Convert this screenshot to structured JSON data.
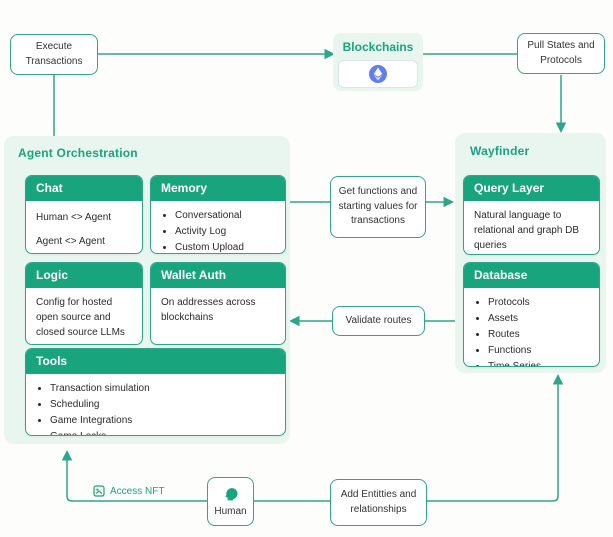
{
  "colors": {
    "accent": "#18A47D",
    "panel_bg": "#E9F5EF",
    "line": "#2EA788",
    "ethereum": "#627EEA"
  },
  "top": {
    "execute_transactions": "Execute Transactions",
    "blockchains_title": "Blockchains",
    "blockchains_icon": "ethereum-icon",
    "pull_states": "Pull States and Protocols"
  },
  "agent_orchestration": {
    "title": "Agent Orchestration",
    "chat": {
      "title": "Chat",
      "line1": "Human <> Agent",
      "line2": "Agent <> Agent"
    },
    "memory": {
      "title": "Memory",
      "items": [
        "Conversational",
        "Activity Log",
        "Custom Upload"
      ]
    },
    "logic": {
      "title": "Logic",
      "text": "Config for hosted open source and closed source LLMs"
    },
    "wallet_auth": {
      "title": "Wallet Auth",
      "text": "On addresses across blockchains"
    },
    "tools": {
      "title": "Tools",
      "items": [
        "Transaction simulation",
        "Scheduling",
        "Game Integrations",
        "Game Locks"
      ]
    }
  },
  "wayfinder": {
    "title": "Wayfinder",
    "query_layer": {
      "title": "Query Layer",
      "text": "Natural language to relational and graph DB queries"
    },
    "database": {
      "title": "Database",
      "items": [
        "Protocols",
        "Assets",
        "Routes",
        "Functions",
        "Time Series"
      ]
    }
  },
  "flow_labels": {
    "get_functions": "Get functions and starting values for transactions",
    "validate_routes": "Validate routes",
    "access_nft": "Access NFT",
    "add_entities": "Add Entitties and relationships",
    "human": "Human"
  }
}
